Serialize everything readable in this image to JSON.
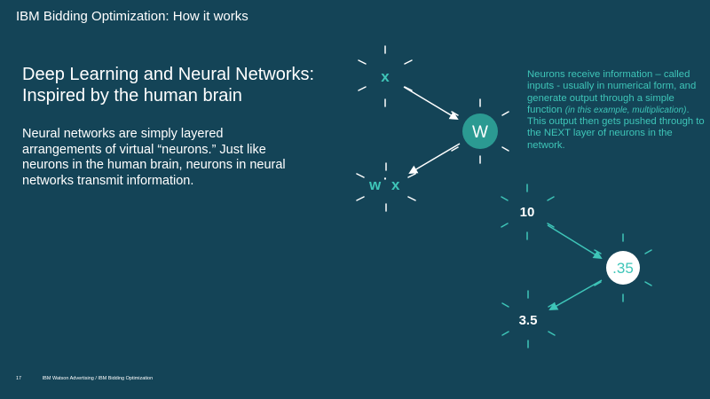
{
  "header": {
    "title": "IBM Bidding Optimization: How it works"
  },
  "headline": {
    "line1": "Deep Learning and Neural Networks:",
    "line2": "Inspired by the human brain"
  },
  "body": {
    "line1": "Neural networks are simply layered",
    "line2": "arrangements of virtual “neurons.” Just like",
    "line3": "neurons in the human brain, neurons in neural",
    "line4": "networks transmit information."
  },
  "annotation": {
    "part1": "Neurons receive information – called inputs - usually in numerical form, and generate output through a simple function ",
    "italic": "(in this example, multiplication)",
    "part2": ". This output then gets pushed through to the NEXT layer of neurons in the network."
  },
  "diagram_top": {
    "input": "x",
    "weight": "W",
    "output_left": "w",
    "output_dot": "·",
    "output_right": "x"
  },
  "diagram_bottom": {
    "input": "10",
    "weight": ".35",
    "output": "3.5"
  },
  "footer": {
    "page_number": "17",
    "source": "IBM Watson Advertising / IBM Bidding Optimization"
  },
  "colors": {
    "background": "#144457",
    "accent": "#3ec5b8",
    "text": "#ffffff",
    "weight_node_top": "#2b9a92"
  }
}
